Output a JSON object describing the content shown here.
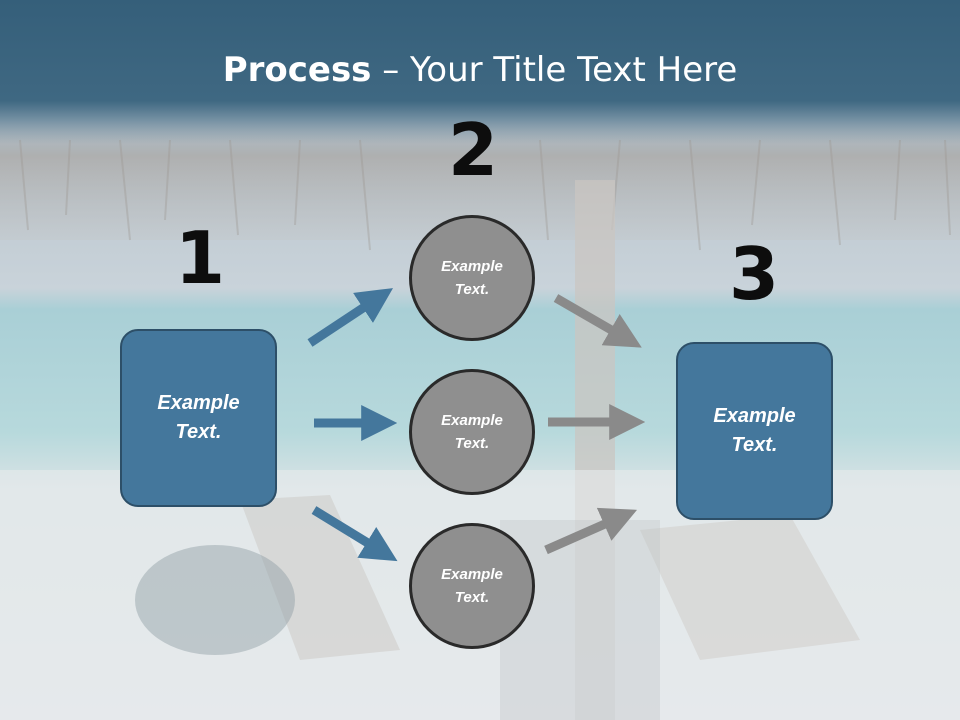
{
  "title": {
    "bold": "Process",
    "rest": " – Your Title Text Here"
  },
  "steps": {
    "one": "1",
    "two": "2",
    "three": "3"
  },
  "left_box": "Example\nText.",
  "right_box": "Example\nText.",
  "circles": [
    "Example\nText.",
    "Example\nText.",
    "Example\nText."
  ],
  "colors": {
    "header": "#355f7a",
    "box": "#44779c",
    "circle": "#8f8f8f",
    "arrow_blue": "#44779c",
    "arrow_gray": "#8a8a8a"
  }
}
